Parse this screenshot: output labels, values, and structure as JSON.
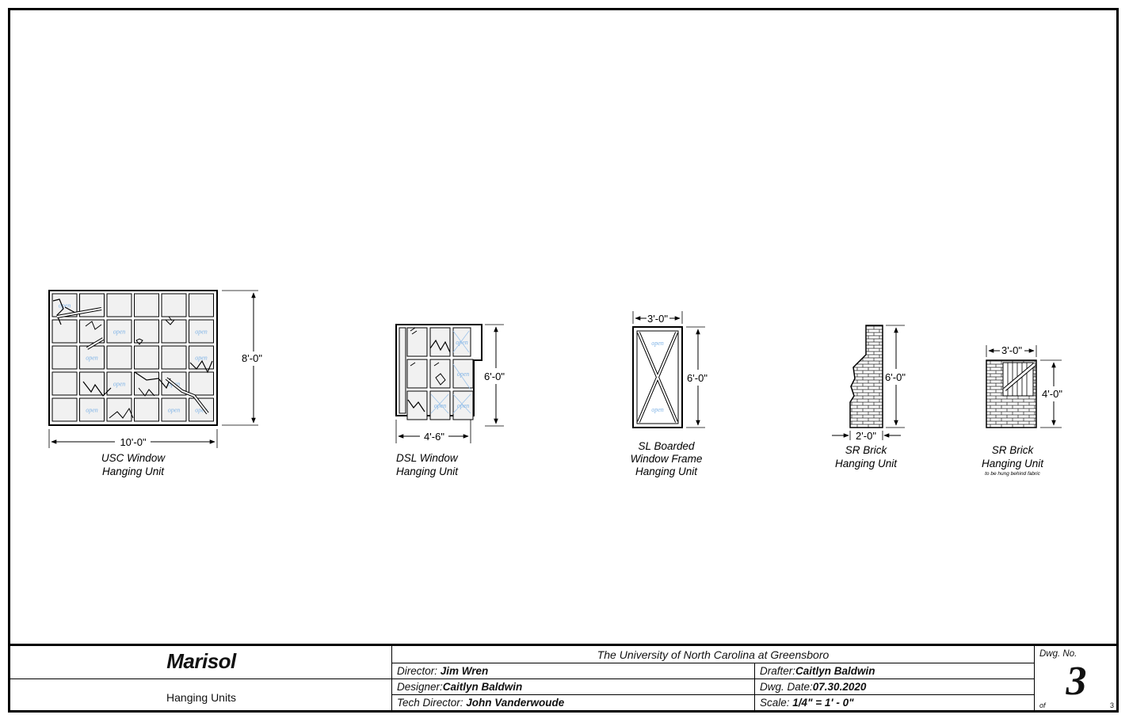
{
  "units": [
    {
      "name_line1": "USC Window",
      "name_line2": "Hanging Unit",
      "width_dim": "10'-0\"",
      "height_dim": "8'-0\""
    },
    {
      "name_line1": "DSL Window",
      "name_line2": "Hanging Unit",
      "width_dim": "4'-6\"",
      "height_dim": "6'-0\""
    },
    {
      "name_line1": "SL Boarded",
      "name_line2": "Window Frame",
      "name_line3": "Hanging Unit",
      "width_dim": "3'-0\"",
      "height_dim": "6'-0\""
    },
    {
      "name_line1": "SR Brick",
      "name_line2": "Hanging Unit",
      "width_dim": "2'-0\"",
      "height_dim": "6'-0\""
    },
    {
      "name_line1": "SR Brick",
      "name_line2": "Hanging Unit",
      "note": "to be hung behind fabric",
      "width_dim": "3'-0\"",
      "height_dim": "4'-0\""
    }
  ],
  "pane_label": "open",
  "title_block": {
    "show_title": "Marisol",
    "sheet_title": "Hanging Units",
    "institution": "The University of North Carolina at Greensboro",
    "director_label": "Director:",
    "director": "Jim Wren",
    "drafter_label": "Drafter:",
    "drafter": "Caitlyn Baldwin",
    "designer_label": "Designer:",
    "designer": "Caitlyn Baldwin",
    "date_label": "Dwg. Date:",
    "date": "07.30.2020",
    "tech_director_label": "Tech Director:",
    "tech_director": "John Vanderwoude",
    "scale_label": "Scale:",
    "scale": "1/4\" = 1' - 0\"",
    "dwg_no_label": "Dwg. No.",
    "dwg_no": "3",
    "of_label": "of",
    "of_total": "3"
  },
  "colors": {
    "line": "#000000",
    "pane_fill": "#f1f1f1",
    "open_text": "#7fb3e6"
  }
}
